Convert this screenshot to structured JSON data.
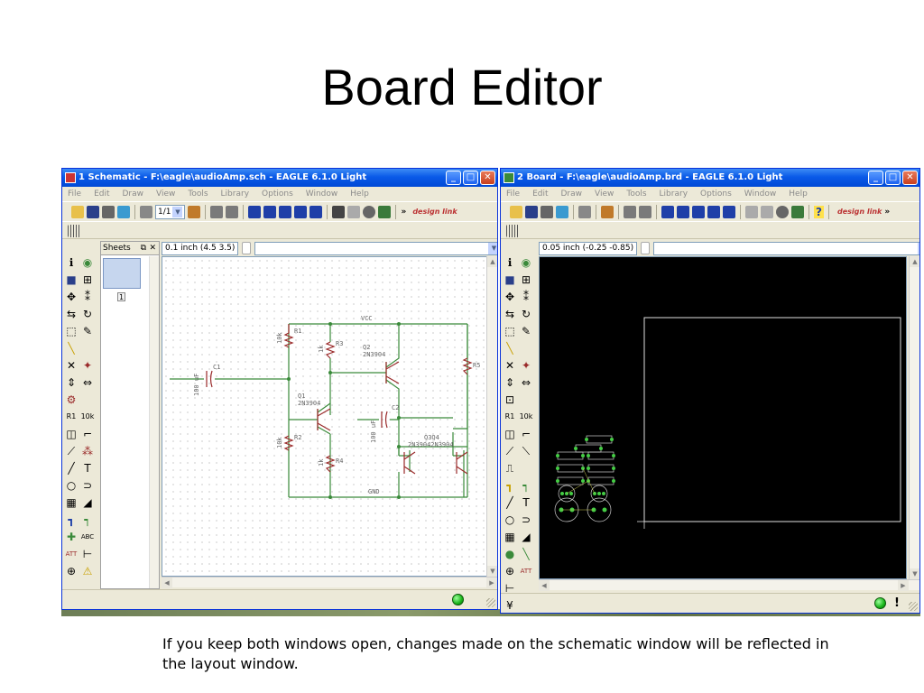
{
  "slide": {
    "title": "Board Editor",
    "caption": "If you keep both windows open, changes made on the schematic window will be reflected in the layout window."
  },
  "schematic_window": {
    "title": "1 Schematic - F:\\eagle\\audioAmp.sch - EAGLE 6.1.0 Light",
    "menu": [
      "File",
      "Edit",
      "Draw",
      "View",
      "Tools",
      "Library",
      "Options",
      "Window",
      "Help"
    ],
    "sheet_combo_value": "1/1",
    "brand_logo": "design link",
    "coord_display": "0.1 inch (4.5 3.5)",
    "sheets_panel": {
      "title": "Sheets",
      "sheet_number": "1"
    },
    "labels": {
      "vcc": "VCC",
      "gnd": "GND",
      "c1": "C1",
      "c1_value": "100 uF",
      "c2": "C2",
      "c2_value": "100 uF",
      "r1": "R1",
      "r1_value": "10k",
      "r2": "R2",
      "r2_value": "10k",
      "r3": "R3",
      "r3_value": "1k",
      "r4": "R4",
      "r4_value": "1k",
      "r5": "R5",
      "q1": "Q1",
      "q1_value": "2N3904",
      "q2": "Q2",
      "q2_value": "2N3904",
      "q3q4": "Q3Q4",
      "q3q4_value": "2N39042N3904"
    },
    "status_led": "green"
  },
  "board_window": {
    "title": "2 Board - F:\\eagle\\audioAmp.brd - EAGLE 6.1.0 Light",
    "menu": [
      "File",
      "Edit",
      "Draw",
      "View",
      "Tools",
      "Library",
      "Options",
      "Window",
      "Help"
    ],
    "brand_logo": "design link",
    "help_icon": "?",
    "coord_display": "0.05 inch (-0.25 -0.85)",
    "status_led": "green",
    "status_mark": "!"
  },
  "colors": {
    "wire": "#3a8a3a",
    "part": "#9a2a2a",
    "label": "#666666",
    "board_bg": "#000000",
    "board_outline": "#e0e0e0",
    "pad": "#44cc44",
    "titlebar": "#0a5ae8"
  }
}
